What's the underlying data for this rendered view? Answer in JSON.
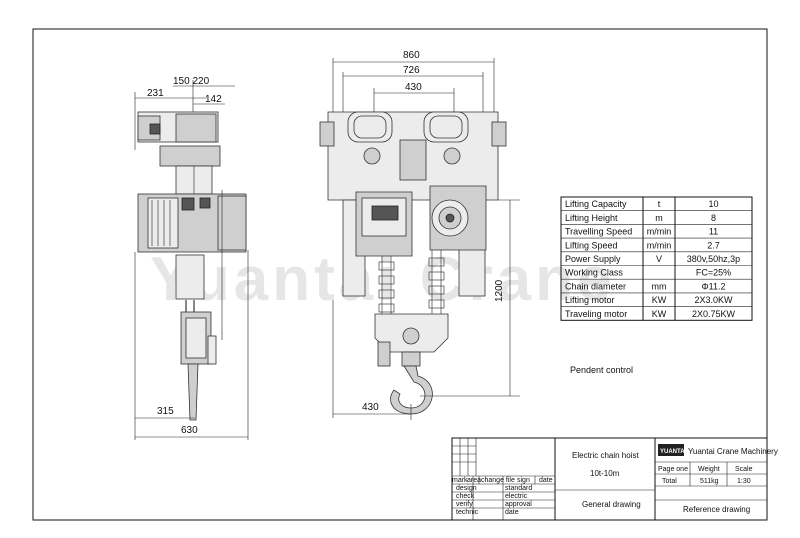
{
  "watermark": "Yuantai Crane",
  "dimensions": {
    "side": {
      "d150_220": "150 220",
      "d231": "231",
      "d142": "142",
      "d315": "315",
      "d630": "630"
    },
    "front": {
      "d860": "860",
      "d726": "726",
      "d430_top": "430",
      "d1200": "1200",
      "d430_bottom": "430"
    }
  },
  "spec_table": {
    "rows": [
      {
        "label": "Lifting Capacity",
        "unit": "t",
        "value": "10"
      },
      {
        "label": "Lifting Height",
        "unit": "m",
        "value": "8"
      },
      {
        "label": "Travelling Speed",
        "unit": "m/min",
        "value": "11"
      },
      {
        "label": "Lifting Speed",
        "unit": "m/min",
        "value": "2.7"
      },
      {
        "label": "Power Supply",
        "unit": "V",
        "value": "380v,50hz,3p"
      },
      {
        "label": "Working Class",
        "unit": "",
        "value": "FC=25%"
      },
      {
        "label": "Chain diameter",
        "unit": "mm",
        "value": "Φ11.2"
      },
      {
        "label": "Lifting motor",
        "unit": "KW",
        "value": "2X3.0KW"
      },
      {
        "label": "Traveling motor",
        "unit": "KW",
        "value": "2X0.75KW"
      }
    ]
  },
  "pendent_label": "Pendent control",
  "title_block": {
    "product": "Electric chain hoist",
    "model": "10t-10m",
    "drawing_type": "General drawing",
    "company": "Yuantai Crane Machinery",
    "logo_text": "YUANTAI",
    "page_label": "Page one",
    "total_label": "Total",
    "weight_label": "Weight",
    "weight_value": "511kg",
    "scale_label": "Scale",
    "scale_value": "1:30",
    "reference": "Reference drawing",
    "revision_headers": [
      "mark",
      "area",
      "change file",
      "sign",
      "date"
    ],
    "left_roles": [
      "design",
      "check",
      "verify",
      "technic"
    ],
    "right_roles": [
      "standard",
      "electric",
      "approval",
      "date"
    ]
  }
}
